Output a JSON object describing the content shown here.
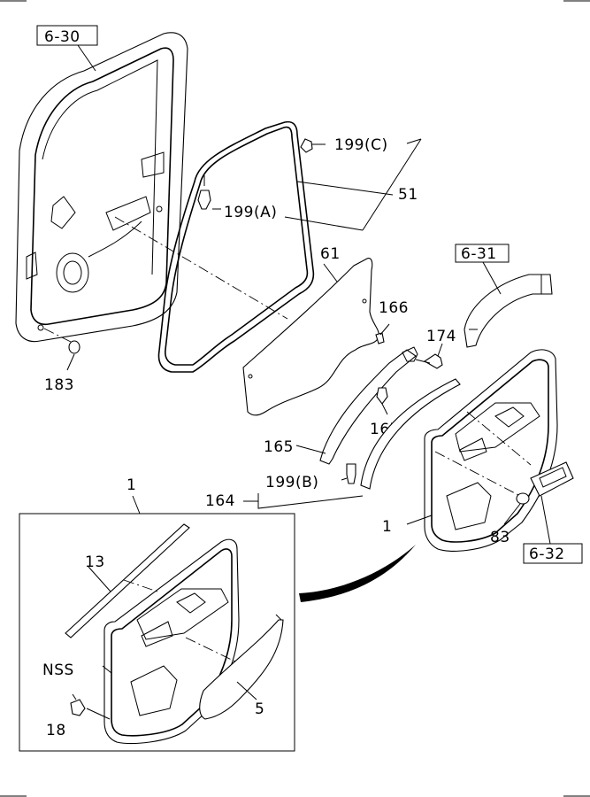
{
  "ref_boxes": {
    "ref_6_30": "6-30",
    "ref_6_31": "6-31",
    "ref_6_32": "6-32"
  },
  "callouts": {
    "p199c": "199(C)",
    "p51": "51",
    "p199a": "199(A)",
    "p61": "61",
    "p166": "166",
    "p174": "174",
    "p183": "183",
    "p167": "167",
    "p165": "165",
    "p199b": "199(B)",
    "p164": "164",
    "p1_top": "1",
    "p1_right": "1",
    "p83": "83",
    "p13": "13",
    "pNSS": "NSS",
    "p5": "5",
    "p18": "18"
  }
}
